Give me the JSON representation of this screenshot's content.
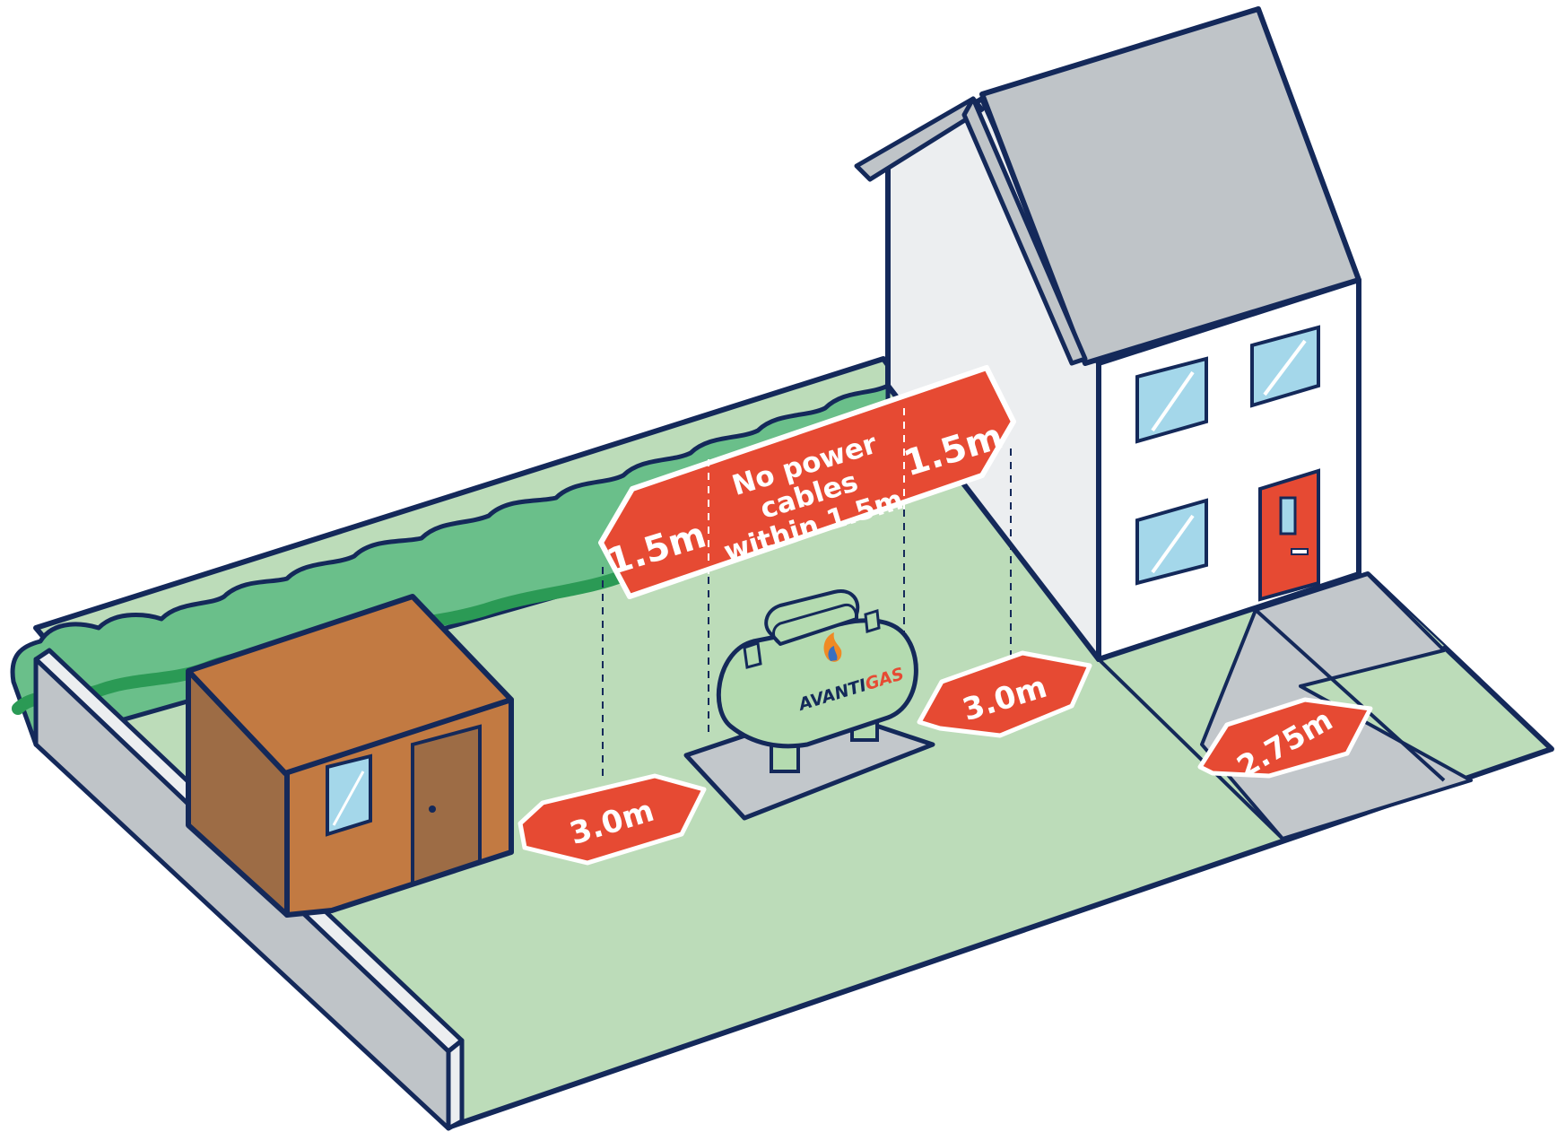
{
  "scene": {
    "labels": {
      "banner_left": "1.5m",
      "banner_right": "1.5m",
      "banner_line1": "No power",
      "banner_line2": "cables",
      "banner_line3": "within 1.5m",
      "shed_distance": "3.0m",
      "house_distance": "3.0m",
      "boundary_distance": "2.75m"
    },
    "logo": {
      "part1": "AVANTI",
      "part2": "GAS"
    },
    "icons": {
      "tank": "lpg-tank-icon",
      "shed": "garden-shed-icon",
      "house": "house-icon",
      "hedge": "hedge-icon",
      "wall": "boundary-wall-icon"
    }
  },
  "colors": {
    "outline": "#14295a",
    "lawn": "#bcdcb9",
    "hedge": "#6abf8a",
    "hedge_dark": "#2b9a55",
    "label_red": "#e64a33",
    "house_wall": "#eceef0",
    "roof": "#bfc4c8",
    "shed_roof": "#c27a42",
    "shed_wall": "#9d6c45",
    "tank": "#b4dbb0",
    "window": "#a4d7ea",
    "door": "#e64a33",
    "path": "#c2c7cb"
  }
}
